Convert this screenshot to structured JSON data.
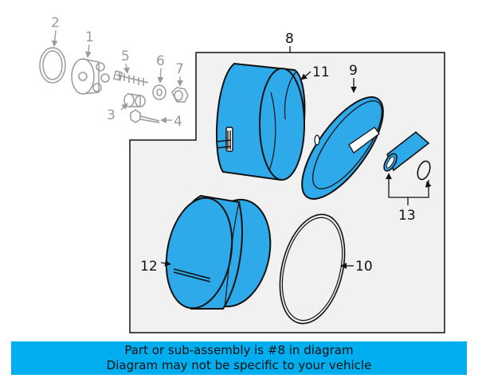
{
  "diagram": {
    "callouts": {
      "c1": "1",
      "c2": "2",
      "c3": "3",
      "c4": "4",
      "c5": "5",
      "c6": "6",
      "c7": "7",
      "c8": "8",
      "c9": "9",
      "c10": "10",
      "c11": "11",
      "c12": "12",
      "c13": "13"
    },
    "colors": {
      "highlight": "#2ea9ea",
      "faded_line": "#9a9a9a",
      "line": "#111111"
    }
  },
  "banner": {
    "line1": "Part or sub-assembly is #8 in diagram",
    "line2": "Diagram may not be specific to your vehicle",
    "background": "#00aeef"
  }
}
